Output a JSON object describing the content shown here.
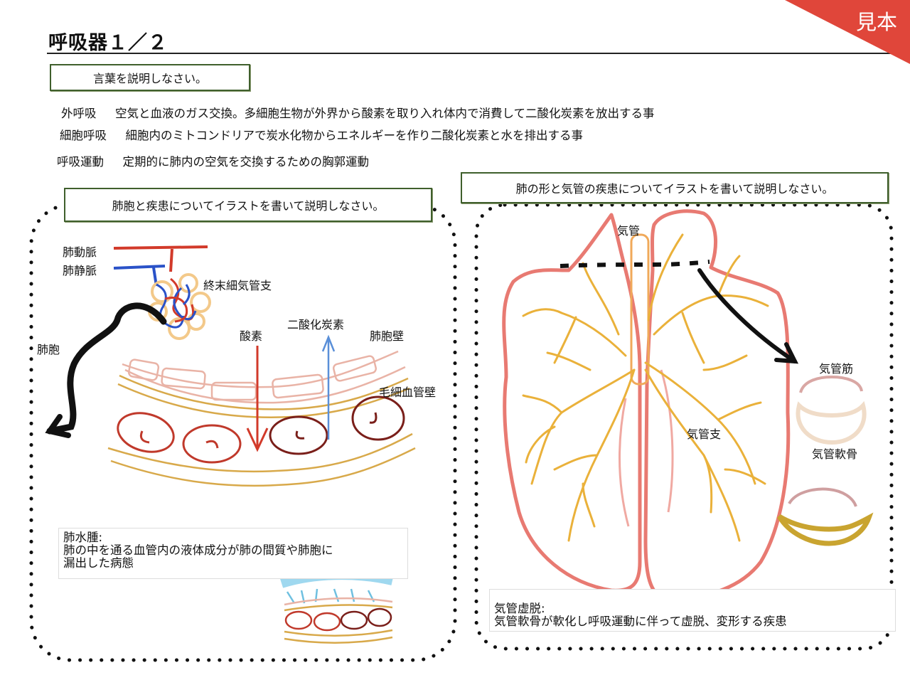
{
  "header": {
    "title": "呼吸器１／２",
    "corner_badge": "見本"
  },
  "section1": {
    "label": "言葉を説明しなさい。",
    "definitions": [
      {
        "term": "外呼吸",
        "text": "空気と血液のガス交換。多細胞生物が外界から酸素を取り入れ体内で消費して二酸化炭素を放出する事"
      },
      {
        "term": "細胞呼吸",
        "text": "細胞内のミトコンドリアで炭水化物からエネルギーを作り二酸化炭素と水を排出する事"
      },
      {
        "term": "呼吸運動",
        "text": "定期的に肺内の空気を交換するための胸郭運動"
      }
    ]
  },
  "section2": {
    "label": "肺胞と疾患についてイラストを書いて説明しなさい。",
    "labels": {
      "artery": "肺動脈",
      "vein": "肺静脈",
      "bronchiole": "終末細気管支",
      "alveolus": "肺胞",
      "oxygen": "酸素",
      "co2": "二酸化炭素",
      "alveolar_wall": "肺胞壁",
      "capillary_wall": "毛細血管壁"
    },
    "note_title": "肺水腫:",
    "note_line1": "肺の中を通る血管内の液体成分が肺の間質や肺胞に",
    "note_line2": "漏出した病態"
  },
  "section3": {
    "label": "肺の形と気管の疾患についてイラストを書いて説明しなさい。",
    "labels": {
      "trachea": "気管",
      "bronchus": "気管支",
      "tracheal_muscle": "気管筋",
      "tracheal_cartilage": "気管軟骨"
    },
    "note_title": "気管虚脱:",
    "note_line1": "気管軟骨が軟化し呼吸運動に伴って虚脱、変形する疾患"
  },
  "colors": {
    "accent_red": "#e0463a",
    "frame_green": "#3f5f2c",
    "artery_red": "#d23a2a",
    "vein_blue": "#2a52c8",
    "lung_outline": "#e87a72",
    "bronchi_yellow": "#eab13a",
    "alveolus_orange": "#f3c98a"
  }
}
